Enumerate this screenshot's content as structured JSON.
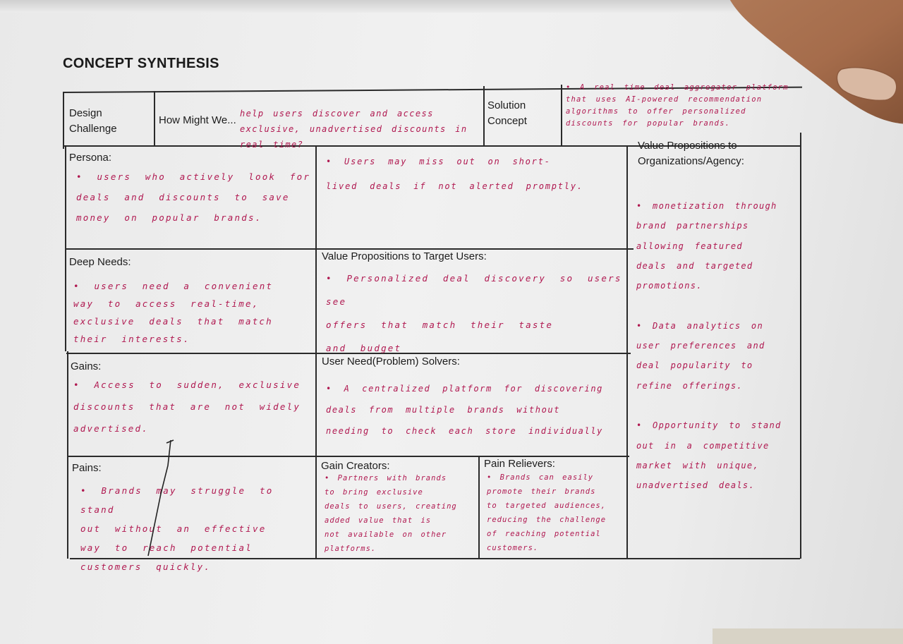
{
  "title": "CONCEPT SYNTHESIS",
  "header": {
    "design_challenge_label": "Design\nChallenge",
    "how_might_we_label": "How Might We...",
    "how_might_we_text": "help users discover and access exclusive, unadvertised discounts in real time?",
    "solution_label": "Solution\nConcept",
    "solution_text": "• A real time deal aggregator platform that uses AI-powered recommendation algorithms to offer personalized discounts for popular brands."
  },
  "persona": {
    "label": "Persona:",
    "text_left": "• users who actively look for\ndeals and discounts to save\nmoney on popular brands.",
    "text_right": "• Users may miss out on short-\nlived deals if not alerted promptly."
  },
  "deep_needs": {
    "label": "Deep Needs:",
    "text": "• users need a convenient\nway to access real-time,\nexclusive deals that match\ntheir interests."
  },
  "value_prop_users": {
    "label": "Value Propositions to Target Users:",
    "text": "• Personalized deal discovery so users see\noffers that match their taste\nand budget"
  },
  "gains": {
    "label": "Gains:",
    "text": "• Access to sudden, exclusive\ndiscounts that are not widely\nadvertised."
  },
  "user_need_solvers": {
    "label": "User Need(Problem) Solvers:",
    "text": "• A centralized platform for discovering\ndeals from multiple brands without\nneeding to check each store individually"
  },
  "pains": {
    "label": "Pains:",
    "text": "• Brands may struggle to stand\nout without an effective\nway to reach potential\ncustomers quickly."
  },
  "gain_creators": {
    "label": "Gain Creators:",
    "text": "• Partners with brands\nto bring exclusive\ndeals to users, creating\nadded value that is\nnot available on other\nplatforms."
  },
  "pain_relievers": {
    "label": "Pain Relievers:",
    "text": "• Brands can easily\npromote their brands\nto targeted audiences,\nreducing the challenge\nof reaching potential\ncustomers."
  },
  "value_prop_org": {
    "label": "Value Propositions to\nOrganizations/Agency:",
    "text": "• monetization through\nbrand partnerships\nallowing featured\ndeals and targeted\npromotions.\n\n• Data analytics on\nuser preferences and\ndeal popularity to\nrefine offerings.\n\n• Opportunity to stand\nout in a competitive\nmarket with unique,\nunadvertised deals."
  }
}
